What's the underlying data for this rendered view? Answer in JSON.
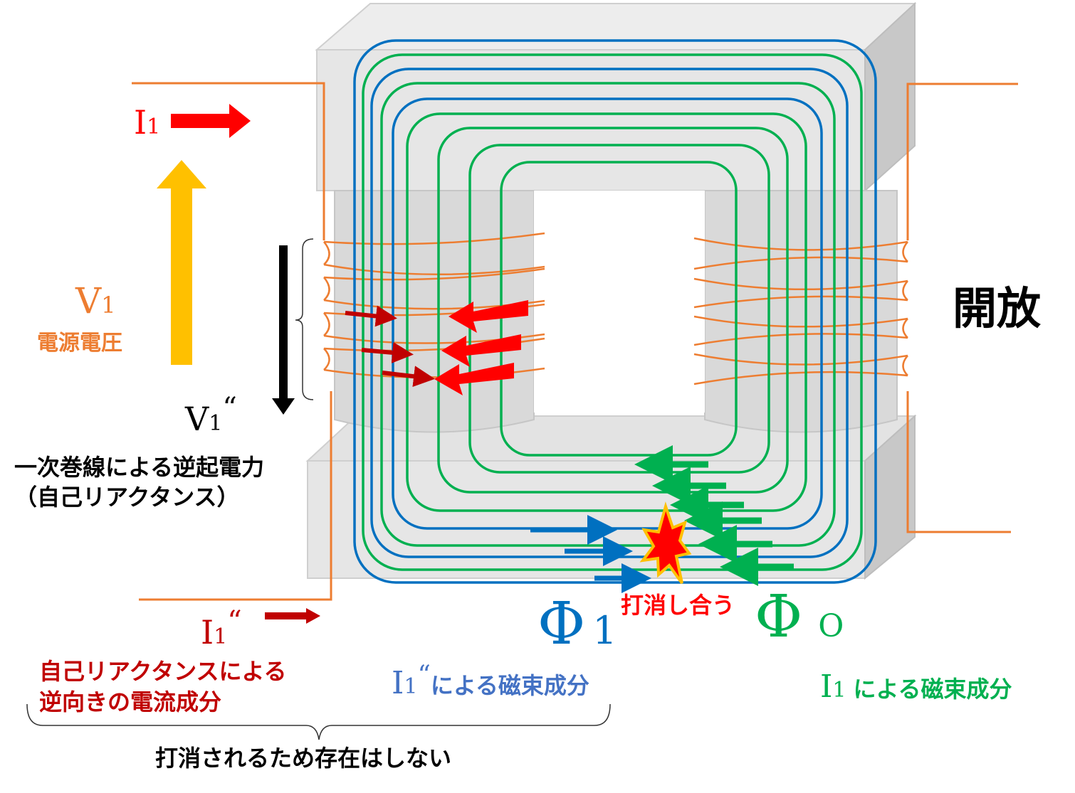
{
  "diagram": {
    "colors": {
      "orange": "#ED7D31",
      "red": "#FF0000",
      "dark_red": "#C00000",
      "blue": "#0070C0",
      "green": "#00B050",
      "yellow": "#FFC000",
      "black": "#000000",
      "core_light": "#E8E8E8",
      "core_mid": "#D9D9D9",
      "core_dark": "#BFBFBF"
    },
    "labels": {
      "i1_main": "I",
      "i1_main_sub": "1",
      "v1": "V",
      "v1_sub": "1",
      "v1_caption": "電源電圧",
      "v1_back": "V",
      "v1_back_sub": "1",
      "v1_back_mark": "“",
      "back_emf_line1": "一次巻線による逆起電力",
      "back_emf_line2": "（自己リアクタンス）",
      "i1_back": "I",
      "i1_back_sub": "1",
      "i1_back_mark": "“",
      "reverse_current_line1": "自己リアクタンスによる",
      "reverse_current_line2": "逆向きの電流成分",
      "cancel_note": "打消されるため存在はしない",
      "phi1_symbol": "Φ",
      "phi1_sub": "1",
      "phi1_caption_prefix": "I",
      "phi1_caption_sub": "1",
      "phi1_caption_mark": "“",
      "phi1_caption_text": "による磁束成分",
      "cancel_each_other": "打消し合う",
      "phi0_symbol": "Φ",
      "phi0_sub": "O",
      "phi0_caption_prefix": "I",
      "phi0_caption_sub": "1",
      "phi0_caption_text": "による磁束成分",
      "open_label": "開放"
    }
  }
}
